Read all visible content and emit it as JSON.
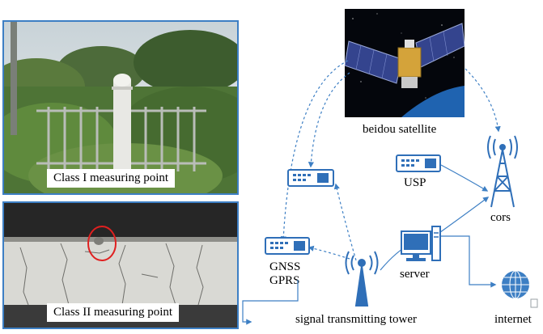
{
  "photo_class1": {
    "caption": "Class I measuring point"
  },
  "photo_class2": {
    "caption": "Class II measuring point"
  },
  "nodes": {
    "satellite": "beidou satellite",
    "usp": "USP",
    "cors": "cors",
    "gnss": "GNSS",
    "gprs": "GPRS",
    "server": "server",
    "tower": "signal transmitting tower",
    "internet": "internet"
  },
  "colors": {
    "arrow": "#3d7fc4",
    "frame": "#3d7fc4",
    "device": "#2f6fb8",
    "marker_circle": "#e02020"
  }
}
